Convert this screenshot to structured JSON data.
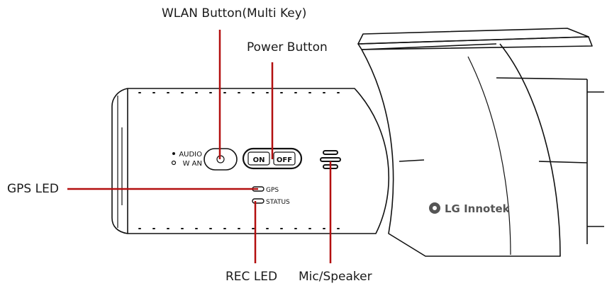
{
  "callouts": {
    "wlan": "WLAN Button(Multi Key)",
    "power": "Power Button",
    "gps": "GPS LED",
    "rec": "REC LED",
    "mic": "Mic/Speaker"
  },
  "device": {
    "brand": "LG Innotek",
    "switch_on": "ON",
    "switch_off": "OFF",
    "mode_audio": "AUDIO",
    "mode_wlan": "W AN",
    "led_gps": "GPS",
    "led_status": "STATUS"
  },
  "colors": {
    "leader_line": "#b30f0f",
    "outline": "#111111",
    "text": "#1a1a1a"
  }
}
